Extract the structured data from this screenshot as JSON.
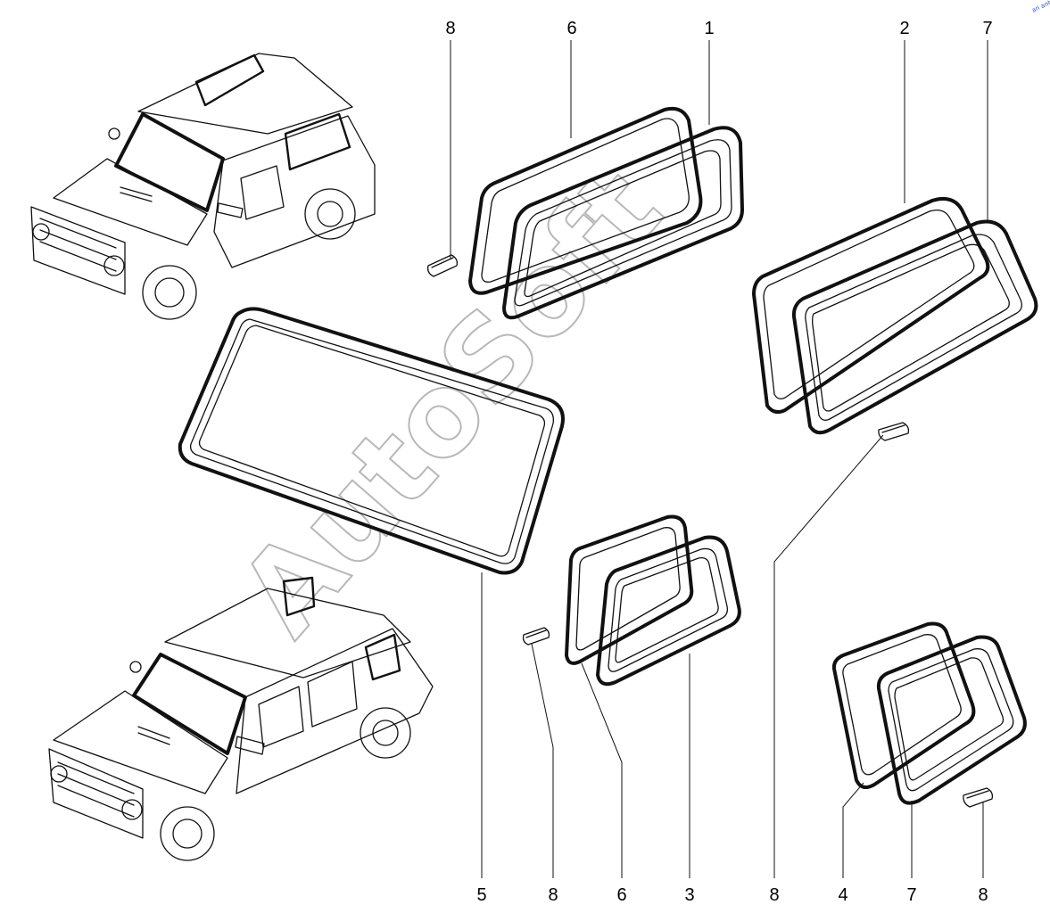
{
  "watermark": "AutoSoft",
  "corner_stamp": "an ant",
  "callouts": {
    "top": [
      "8",
      "6",
      "1",
      "2",
      "7"
    ],
    "bottom": [
      "5",
      "8",
      "6",
      "3",
      "8",
      "4",
      "7",
      "8"
    ]
  },
  "colors": {
    "line": "#111111",
    "watermark": "#b8b8b8",
    "stamp": "#3355cc"
  }
}
